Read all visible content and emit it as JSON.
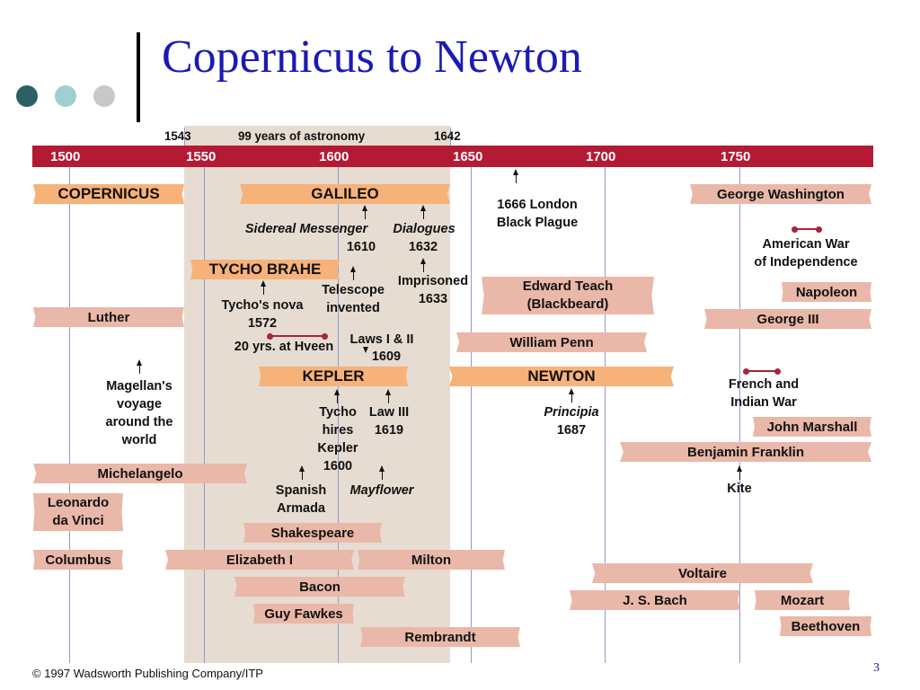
{
  "slide": {
    "title": "Copernicus to Newton",
    "page_number": "3"
  },
  "colors": {
    "title": "#1a1ab4",
    "axis": "#b31b34",
    "bar_pink": "#eab8a8",
    "bar_orange": "#f7b27a",
    "shaded_period": "#e6dcd2",
    "dot_dark": "#2f5f66",
    "dot_teal": "#9fcfd3",
    "dot_gray": "#c8c8c8"
  },
  "timeline": {
    "years": [
      "1500",
      "1550",
      "1600",
      "1650",
      "1700",
      "1750"
    ],
    "highlight": {
      "start": "1543",
      "label": "99 years of astronomy",
      "end": "1642"
    },
    "astronomers": [
      "COPERNICUS",
      "GALILEO",
      "TYCHO BRAHE",
      "KEPLER",
      "NEWTON"
    ],
    "people": [
      "Luther",
      "Michelangelo",
      "Columbus",
      "Elizabeth I",
      "Milton",
      "Shakespeare",
      "Bacon",
      "Guy Fawkes",
      "Rembrandt",
      "Edward Teach",
      "(Blackbeard)",
      "William Penn",
      "George Washington",
      "Napoleon",
      "George III",
      "John Marshall",
      "Benjamin Franklin",
      "Voltaire",
      "J. S. Bach",
      "Mozart",
      "Beethoven",
      "Leonardo",
      "da Vinci"
    ],
    "events": [
      "Sidereal Messenger",
      "1610",
      "Dialogues",
      "1632",
      "Imprisoned",
      "1633",
      "Telescope",
      "invented",
      "Tycho's nova",
      "1572",
      "20 yrs. at Hveen",
      "Laws I & II",
      "1609",
      "Tycho",
      "hires",
      "Kepler",
      "1600",
      "Law III",
      "1619",
      "Spanish",
      "Armada",
      "Mayflower",
      "1666 London",
      "Black Plague",
      "Principia",
      "1687",
      "American War",
      "of Independence",
      "French and",
      "Indian War",
      "Kite",
      "Magellan's",
      "voyage",
      "around the",
      "world"
    ]
  },
  "footer": {
    "copyright": "© 1997 Wadsworth Publishing Company/ITP"
  }
}
